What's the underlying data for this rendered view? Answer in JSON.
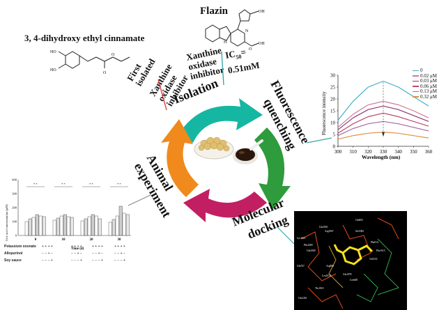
{
  "compound_top": {
    "name": "Flazin"
  },
  "compound_left": {
    "name": "3, 4-dihydroxy ethyl cinnamate"
  },
  "notes": {
    "first_isolated": [
      "First",
      "isolated"
    ],
    "xanthine_left": [
      "Xanthine",
      "oxidase",
      "inhibitor"
    ],
    "xanthine_right": [
      "Xanthine",
      "oxidase",
      "inhibitor"
    ],
    "ic50": "IC",
    "ic50_sub": "50",
    "ic50_eq": "=",
    "ic50_val": "0.51mM"
  },
  "cycle": {
    "isolation": "Isolation",
    "fluorescence": "Fluorescence",
    "quenching": "quenching",
    "molecular": "Molecular",
    "docking": "docking",
    "animal": "Animal",
    "experiment": "experiment"
  },
  "colors": {
    "teal": "#16b7a2",
    "green": "#2e9b3c",
    "magenta": "#c21f63",
    "orange": "#f08a1c",
    "connector": "#3aa6a6"
  },
  "chart_data": {
    "type": "line",
    "xlabel": "Wavelength (nm)",
    "ylabel": "Fluorescence intensity",
    "x": [
      300,
      310,
      320,
      330,
      340,
      350,
      360
    ],
    "xlim": [
      300,
      360
    ],
    "ylim": [
      0,
      30
    ],
    "yticks": [
      0,
      5,
      10,
      15,
      20,
      25,
      30
    ],
    "grid": false,
    "legend": "top-right",
    "series": [
      {
        "name": "0",
        "color": "#3fb0c8",
        "values": [
          11,
          19,
          25,
          27.5,
          25,
          21,
          17
        ]
      },
      {
        "name": "0.02 μM",
        "color": "#d07a9a",
        "values": [
          8,
          13.5,
          17.5,
          19,
          17.5,
          15,
          12
        ]
      },
      {
        "name": "0.03 μM",
        "color": "#8a3a70",
        "values": [
          7,
          12,
          15.5,
          17,
          15.5,
          13,
          10.5
        ]
      },
      {
        "name": "0.06 μM",
        "color": "#c04a6a",
        "values": [
          5.5,
          9.5,
          12.5,
          14,
          12.5,
          10.5,
          8.5
        ]
      },
      {
        "name": "0.13 μM",
        "color": "#a06aa0",
        "values": [
          4.5,
          7.5,
          9.5,
          10.5,
          9.5,
          8,
          6.5
        ]
      },
      {
        "name": "0.32 μM",
        "color": "#e09040",
        "values": [
          3,
          4.5,
          5.5,
          6,
          5.5,
          4.5,
          3.5
        ]
      }
    ]
  },
  "bar_chart": {
    "ylabel": "Uric acid concentration (μM)",
    "yticks": [
      "400",
      "300",
      "200",
      "100",
      "0"
    ],
    "groups": [
      "0",
      "10",
      "20",
      "30"
    ],
    "xlabel": "Time (d)",
    "sig": "* *",
    "rows": [
      {
        "label": "Potassium oxonate",
        "marks": "+ + + +"
      },
      {
        "label": "Allopurinol",
        "marks": "− − + −"
      },
      {
        "label": "Soy sauce",
        "marks": "− − − +"
      }
    ],
    "bar_values": [
      [
        100,
        120,
        130,
        150,
        140,
        135
      ],
      [
        110,
        125,
        140,
        150,
        135,
        130
      ],
      [
        105,
        120,
        135,
        150,
        140,
        120
      ],
      [
        95,
        115,
        140,
        210,
        160,
        150
      ]
    ]
  },
  "docking": {
    "labels": [
      "Lys1045",
      "Glu1061",
      "Arg1067",
      "Glu802",
      "Ser1082",
      "Phe1009",
      "Gln1069",
      "Phe914",
      "Phe1013",
      "Val1011",
      "Gln767",
      "Arg880",
      "Leu1014",
      "Ala1078",
      "Leu648",
      "Thr1010",
      "Glu1261"
    ]
  }
}
